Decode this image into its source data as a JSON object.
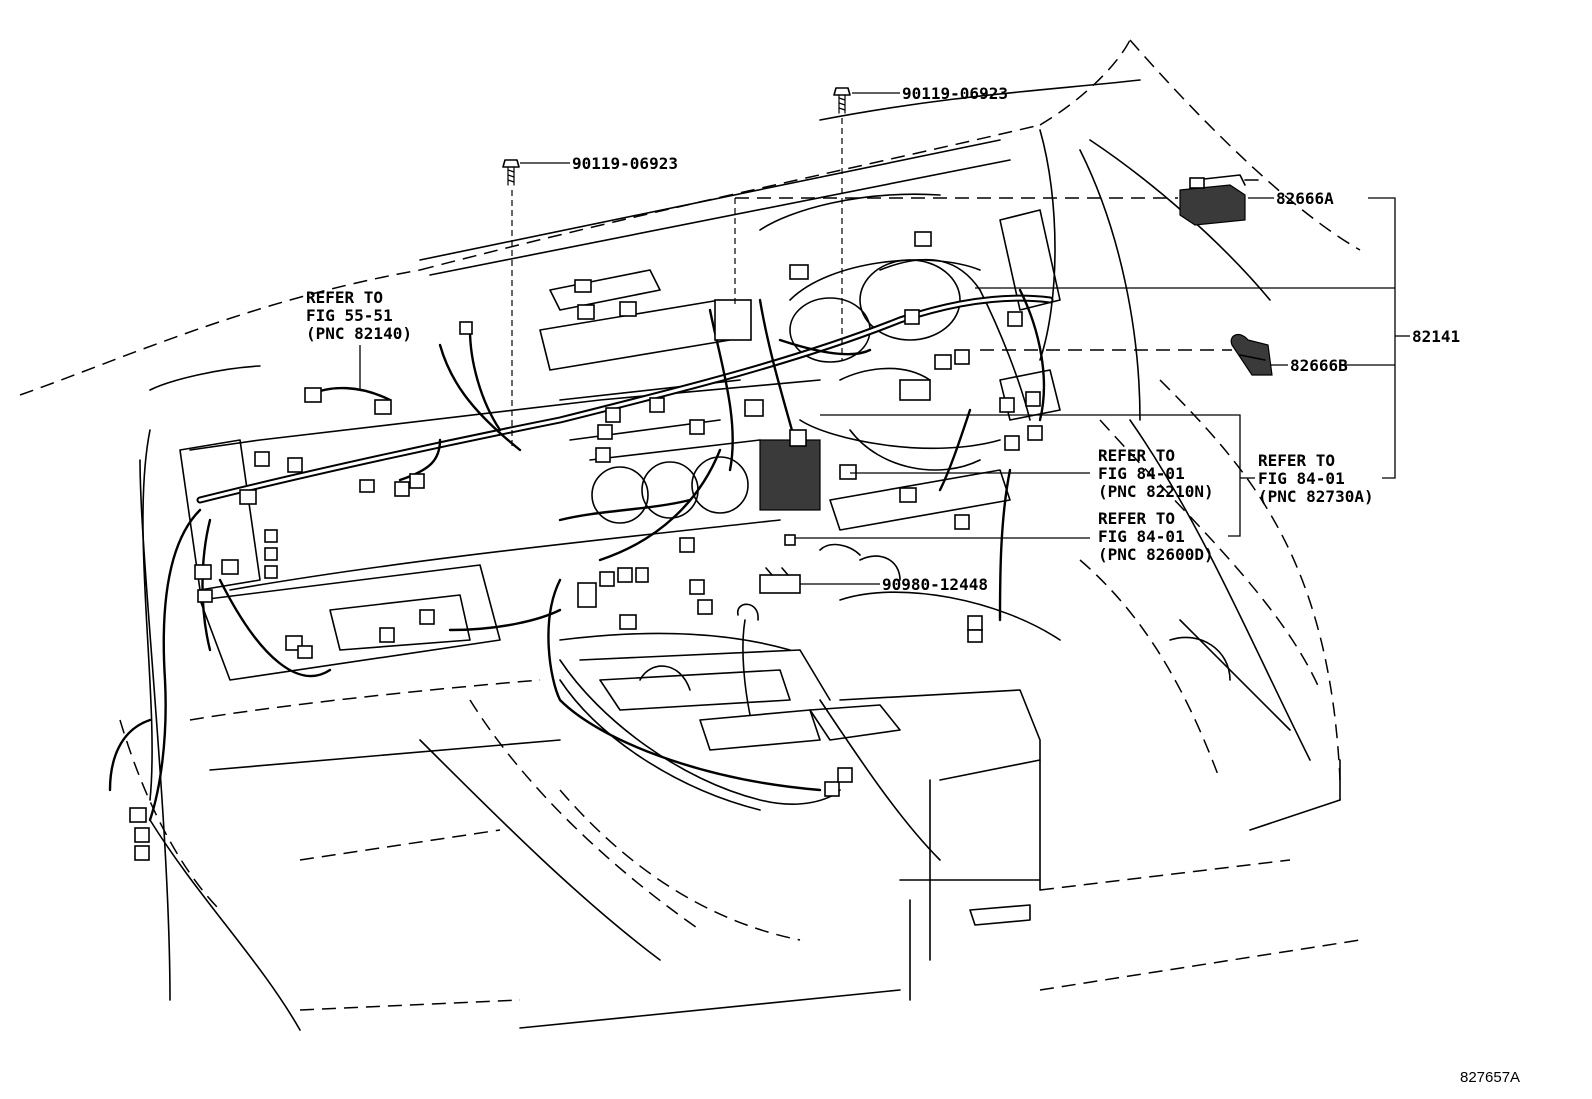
{
  "callouts": {
    "bolt_left": "90119-06923",
    "bolt_right": "90119-06923",
    "part_82666a": "82666A",
    "part_82666b": "82666B",
    "part_82141": "82141",
    "part_90980": "90980-12448",
    "refer_55_51": {
      "line1": "REFER TO",
      "line2": "FIG 55-51",
      "line3": "(PNC 82140)"
    },
    "refer_84_01_a": {
      "line1": "REFER TO",
      "line2": "FIG 84-01",
      "line3": "(PNC 82210N)"
    },
    "refer_84_01_b": {
      "line1": "REFER TO",
      "line2": "FIG 84-01",
      "line3": "(PNC 82600D)"
    },
    "refer_84_01_c": {
      "line1": "REFER TO",
      "line2": "FIG 84-01",
      "line3": "(PNC 82730A)"
    }
  },
  "figure_code": "827657A"
}
